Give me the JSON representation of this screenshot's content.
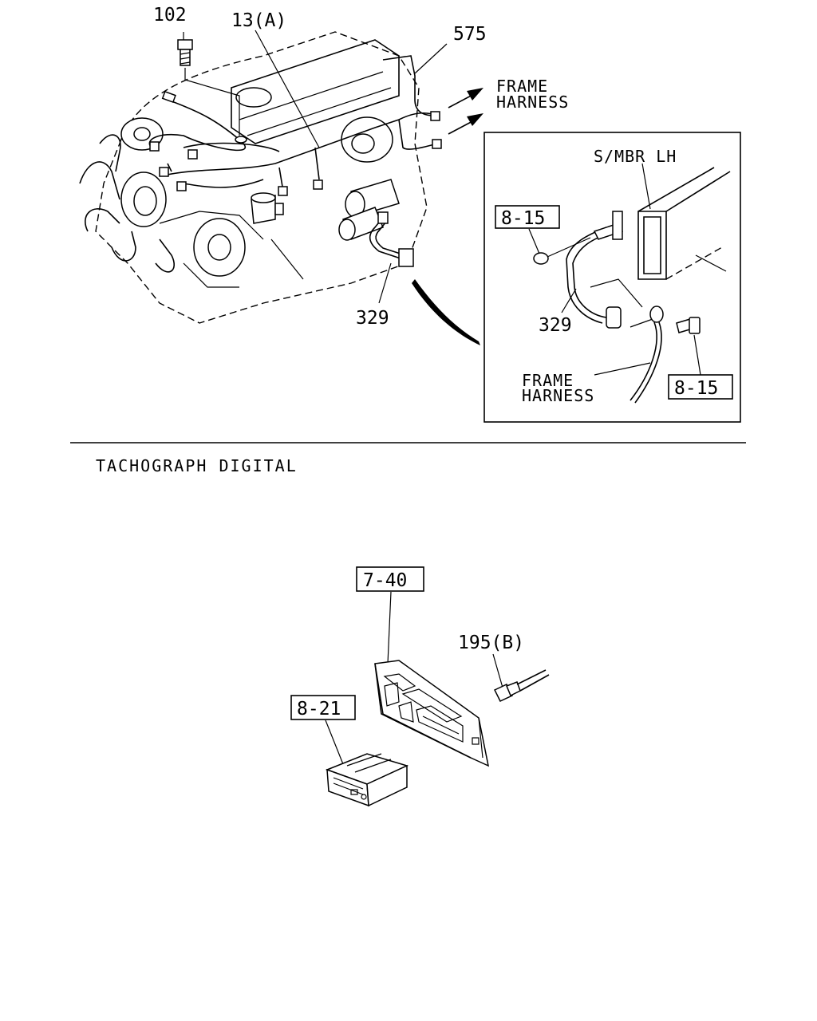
{
  "diagram": {
    "top_callouts": {
      "bolt": "102",
      "harness": "13(A)",
      "wire": "575",
      "ground_cable": "329"
    },
    "frame_harness_arrow": {
      "line1": "FRAME",
      "line2": "HARNESS"
    },
    "detail": {
      "member_label": "S/MBR LH",
      "ref_upper": "8-15",
      "ref_lower": "8-15",
      "cable": "329",
      "frame_harness_line1": "FRAME",
      "frame_harness_line2": "HARNESS"
    },
    "section_title": "TACHOGRAPH DIGITAL",
    "bottom_callouts": {
      "panel_ref": "7-40",
      "connector": "195(B)",
      "unit_ref": "8-21"
    }
  }
}
